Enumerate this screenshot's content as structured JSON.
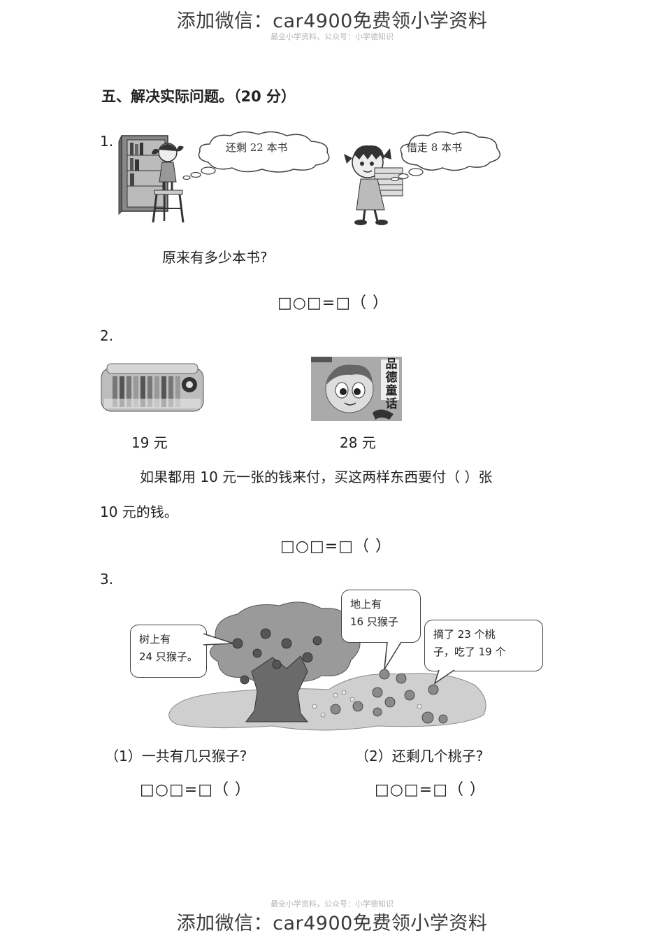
{
  "header": {
    "banner": "添加微信：car4900免费领小学资料",
    "faint_line": "最全小学资料，公众号：小学德知识"
  },
  "section": {
    "title": "五、解决实际问题。（20 分）"
  },
  "q1": {
    "number": "1.",
    "bubble_left": "还剩 22 本书",
    "bubble_right": "借走 8 本书",
    "question": "原来有多少本书?",
    "formula": "□○□=□（   ）"
  },
  "q2": {
    "number": "2.",
    "item1_price": "19 元",
    "item2_price": "28 元",
    "book_title_chars": "品德童话",
    "question_line1": "如果都用  10  元一张的钱来付，买这两样东西要付（      ）张",
    "question_line2": "10 元的钱。",
    "formula": "□○□=□（   ）"
  },
  "q3": {
    "number": "3.",
    "callout_tree": [
      "树上有",
      "24 只猴子。"
    ],
    "callout_ground": [
      "地上有",
      "16 只猴子"
    ],
    "callout_peach": [
      "摘了 23 个桃",
      "子，吃了 19 个"
    ],
    "sub1": "（1）一共有几只猴子?",
    "sub2": "（2）还剩几个桃子?",
    "formula1": "□○□=□（    ）",
    "formula2": "□○□=□（    ）"
  },
  "footer": {
    "faint_line": "最全小学资料，公众号：小学德知识",
    "banner": "添加微信：car4900免费领小学资料"
  },
  "icons": {
    "bookshelf": "bookshelf-icon",
    "girl_on_stool": "girl-on-stool-icon",
    "girl_with_books": "girl-carrying-books-icon",
    "pen_set": "pen-set-icon",
    "book_cover": "book-cover-icon",
    "monkey_tree": "monkey-tree-icon"
  }
}
